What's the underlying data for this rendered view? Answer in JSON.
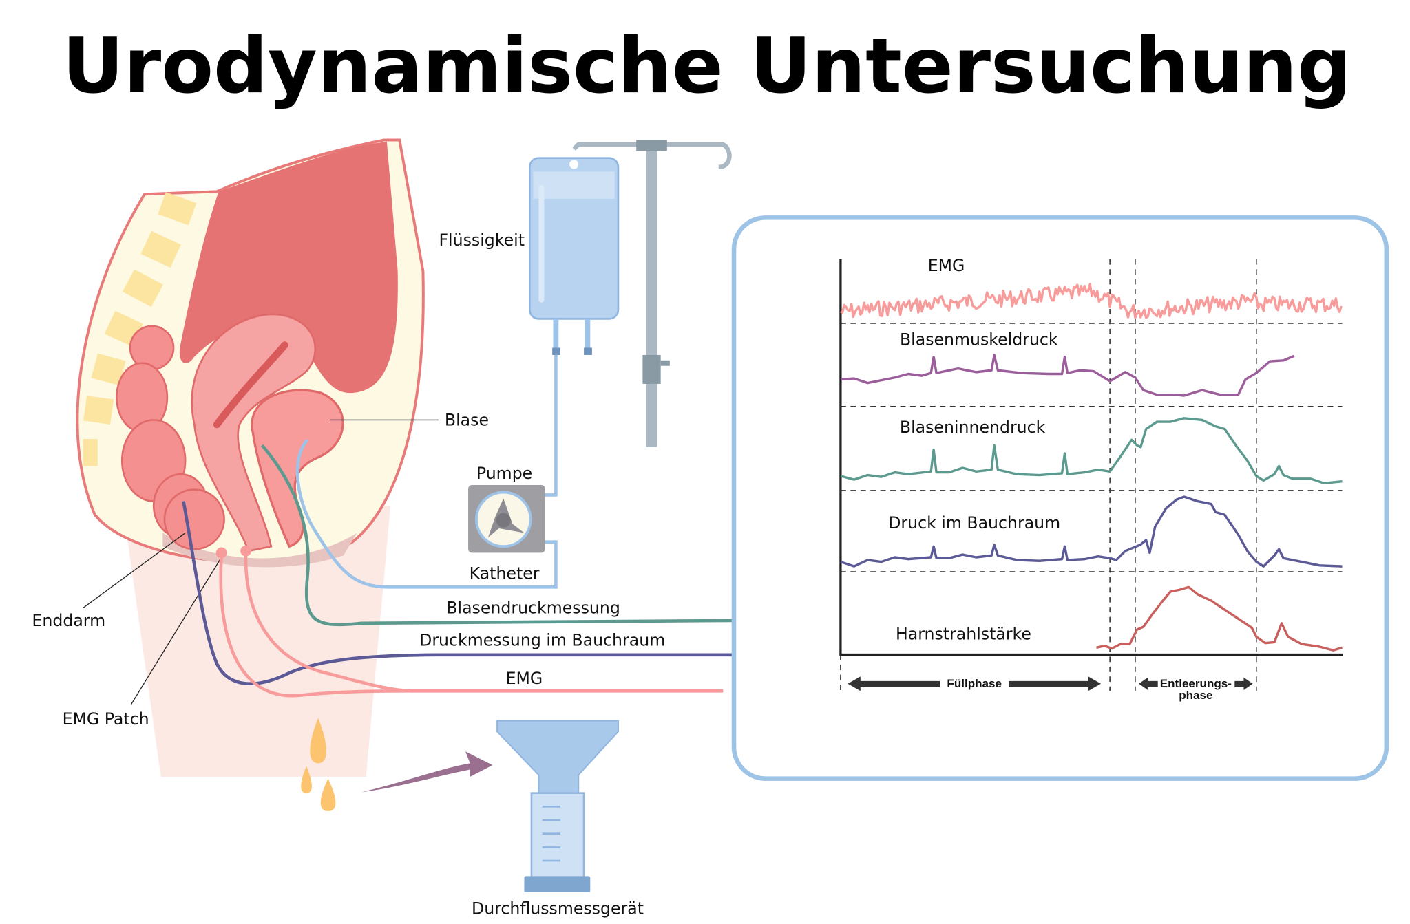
{
  "title": "Urodynamische Untersuchung",
  "labels": {
    "fluid": "Flüssigkeit",
    "bladder": "Blase",
    "pump": "Pumpe",
    "catheter": "Katheter",
    "bladder_pressure_line": "Blasendruckmessung",
    "abdominal_pressure_line": "Druckmessung im Bauchraum",
    "emg_line": "EMG",
    "rectum": "Enddarm",
    "emg_patch": "EMG Patch",
    "flowmeter": "Durchflussmessgerät"
  },
  "chart": {
    "traces": [
      "EMG",
      "Blasenmuskeldruck",
      "Blaseninnendruck",
      "Druck im Bauchraum",
      "Harnstrahlstärke"
    ],
    "phase_fill": "Füllphase",
    "phase_void_1": "Entleerungs-",
    "phase_void_2": "phase"
  },
  "colors": {
    "emg": "#f79b9b",
    "detrusor": "#9b5e9b",
    "vesical": "#5c9a8f",
    "abdominal": "#5b5a96",
    "flow": "#c9605e",
    "panel_border": "#9dc3e6"
  }
}
